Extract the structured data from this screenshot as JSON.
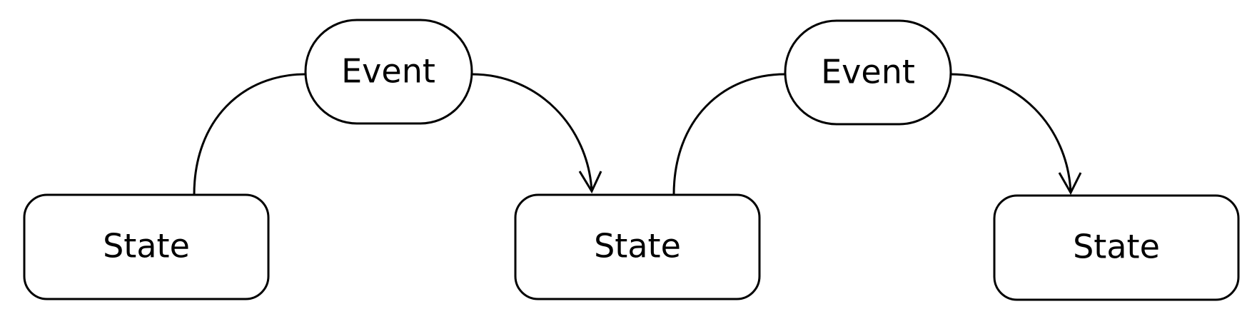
{
  "diagram": {
    "nodes": [
      {
        "id": "state-1",
        "kind": "state",
        "label": "State"
      },
      {
        "id": "event-1",
        "kind": "event",
        "label": "Event"
      },
      {
        "id": "state-2",
        "kind": "state",
        "label": "State"
      },
      {
        "id": "event-2",
        "kind": "event",
        "label": "Event"
      },
      {
        "id": "state-3",
        "kind": "state",
        "label": "State"
      }
    ],
    "edges": [
      {
        "from": "state-1",
        "to": "event-1",
        "arrow": false
      },
      {
        "from": "event-1",
        "to": "state-2",
        "arrow": true
      },
      {
        "from": "state-2",
        "to": "event-2",
        "arrow": false
      },
      {
        "from": "event-2",
        "to": "state-3",
        "arrow": true
      }
    ],
    "colors": {
      "stroke": "#000000",
      "fill": "#ffffff",
      "text": "#000000"
    }
  }
}
